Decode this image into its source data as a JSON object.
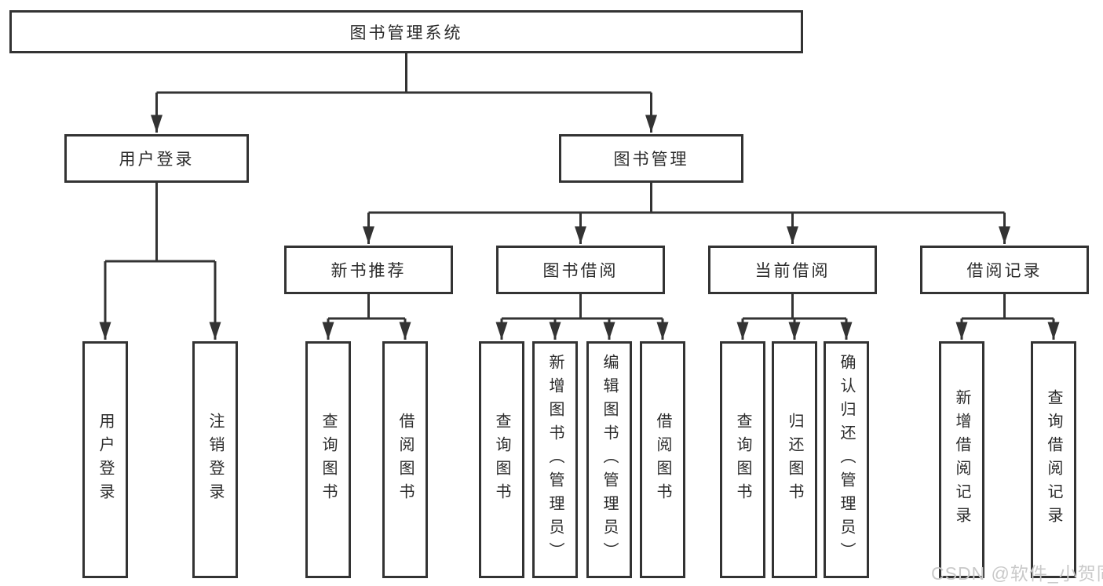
{
  "tree": {
    "root": {
      "label": "图书管理系统"
    },
    "children": [
      {
        "label": "用户登录",
        "children": [
          "用户登录",
          "注销登录"
        ]
      },
      {
        "label": "图书管理",
        "children": [
          {
            "label": "新书推荐",
            "children": [
              "查询图书",
              "借阅图书"
            ]
          },
          {
            "label": "图书借阅",
            "children": [
              "查询图书",
              "新增图书（管理员）",
              "编辑图书（管理员）",
              "借阅图书"
            ]
          },
          {
            "label": "当前借阅",
            "children": [
              "查询图书",
              "归还图书",
              "确认归还（管理员）"
            ]
          },
          {
            "label": "借阅记录",
            "children": [
              "新增借阅记录",
              "查询借阅记录"
            ]
          }
        ]
      }
    ]
  },
  "watermark": {
    "text": "CSDN @软件_小贺同学"
  },
  "colors": {
    "line": "#333333",
    "text": "#2b2b2b",
    "background": "#ffffff",
    "watermark": "#c9c9c9"
  }
}
